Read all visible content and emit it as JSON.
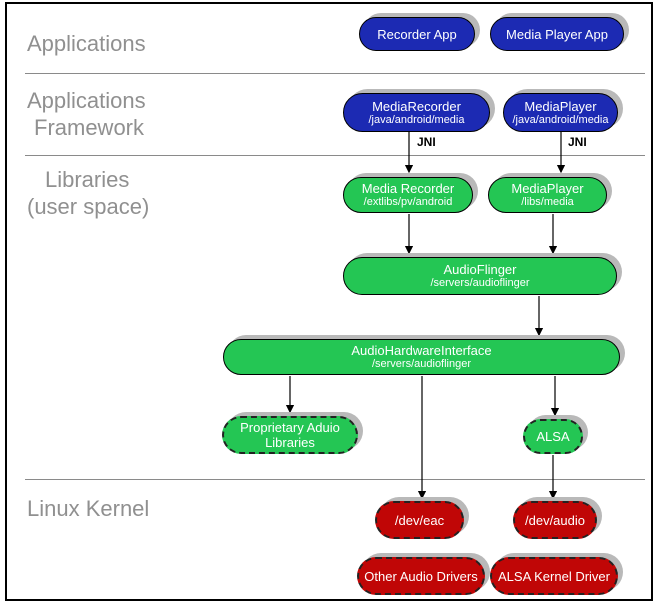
{
  "colors": {
    "blue": "#1c2ab3",
    "green": "#24c654",
    "red": "#c00606",
    "shadow": "#b9b9b9",
    "label": "#909090",
    "line": "#8a8a8a",
    "border": "#000000"
  },
  "sections": {
    "applications": {
      "label": "Applications"
    },
    "framework": {
      "line1": "Applications",
      "line2": "Framework"
    },
    "libraries": {
      "line1": "Libraries",
      "line2": "(user space)"
    },
    "kernel": {
      "label": "Linux Kernel"
    }
  },
  "labels": {
    "jni": "JNI"
  },
  "nodes": {
    "recorder_app": {
      "title": "Recorder App"
    },
    "media_player_app": {
      "title": "Media Player App"
    },
    "media_recorder_fw": {
      "title": "MediaRecorder",
      "subtitle": "/java/android/media"
    },
    "media_player_fw": {
      "title": "MediaPlayer",
      "subtitle": "/java/android/media"
    },
    "media_recorder_lib": {
      "title": "Media Recorder",
      "subtitle": "/extlibs/pv/android"
    },
    "media_player_lib": {
      "title": "MediaPlayer",
      "subtitle": "/libs/media"
    },
    "audioflinger": {
      "title": "AudioFlinger",
      "subtitle": "/servers/audioflinger"
    },
    "audio_hw_interface": {
      "title": "AudioHardwareInterface",
      "subtitle": "/servers/audioflinger"
    },
    "proprietary_audio": {
      "line1": "Proprietary Aduio",
      "line2": "Libraries"
    },
    "alsa": {
      "title": "ALSA"
    },
    "dev_eac": {
      "title": "/dev/eac"
    },
    "dev_audio": {
      "title": "/dev/audio"
    },
    "other_audio_drivers": {
      "title": "Other Audio Drivers"
    },
    "alsa_kernel_driver": {
      "title": "ALSA Kernel Driver"
    }
  }
}
